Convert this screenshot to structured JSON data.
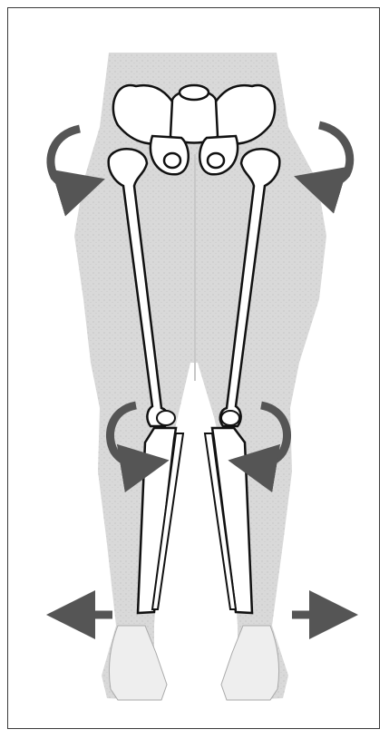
{
  "figure": {
    "subject": "lower-limb-skeleton-front-view",
    "colors": {
      "frame": "#3a3a3a",
      "silhouette": "#d9d9d9",
      "silhouette_stipple": "#b8b8b8",
      "bone_fill": "#ffffff",
      "bone_outline": "#111111",
      "arrow": "#555555"
    },
    "arrows": [
      {
        "name": "left-hip-rotation-arrow",
        "type": "curved",
        "direction": "inward"
      },
      {
        "name": "right-hip-rotation-arrow",
        "type": "curved",
        "direction": "inward"
      },
      {
        "name": "left-knee-rotation-arrow",
        "type": "curved",
        "direction": "inward"
      },
      {
        "name": "right-knee-rotation-arrow",
        "type": "curved",
        "direction": "inward"
      },
      {
        "name": "left-foot-arrow",
        "type": "straight",
        "direction": "outward"
      },
      {
        "name": "right-foot-arrow",
        "type": "straight",
        "direction": "outward"
      }
    ]
  }
}
